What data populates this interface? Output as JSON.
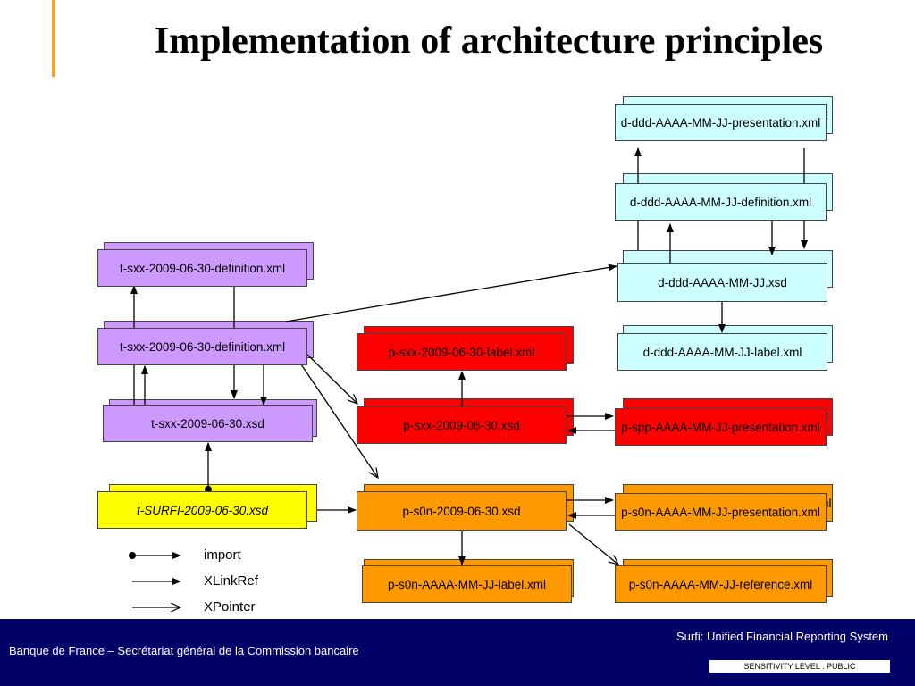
{
  "title": "Implementation of architecture principles",
  "nodes": {
    "t_def_top": "t-sxx-2009-06-30-definition.xml",
    "t_def_mid": "t-sxx-2009-06-30-definition.xml",
    "t_xsd": "t-sxx-2009-06-30.xsd",
    "t_surfi": "t-SURFI-2009-06-30.xsd",
    "d_presentation": "d-ddd-AAAA-MM-JJ-presentation.xml",
    "d_definition": "d-ddd-AAAA-MM-JJ-definition.xml",
    "d_xsd": "d-ddd-AAAA-MM-JJ.xsd",
    "d_label": "d-ddd-AAAA-MM-JJ-label.xml",
    "p_label": "p-sxx-2009-06-30-label.xml",
    "p_xsd": "p-sxx-2009-06-30.xsd",
    "p_spp_presentation": "p-spp-AAAA-MM-JJ-presentation.xml",
    "p_s0n_xsd": "p-s0n-2009-06-30.xsd",
    "p_s0n_presentation": "p-s0n-AAAA-MM-JJ-presentation.xml",
    "p_s0n_label": "p-s0n-AAAA-MM-JJ-label.xml",
    "p_s0n_reference": "p-s0n-AAAA-MM-JJ-reference.xml"
  },
  "shadow_fragments": {
    "d_presentation": "l",
    "p_spp_presentation": "l",
    "p_s0n_presentation": "nl"
  },
  "legend": {
    "import": "import",
    "xlinkref": "XLinkRef",
    "xpointer": "XPointer"
  },
  "footer": {
    "organization": "Banque de France – Secrétariat général de la Commission bancaire",
    "system": "Surfi: Unified Financial Reporting System",
    "sensitivity": "SENSITIVITY LEVEL : PUBLIC"
  },
  "colors": {
    "taxonomy": "#cc99ff",
    "dimension": "#ccffff",
    "presentation_red": "#ff0000",
    "presentation_orange": "#ff9900",
    "surfi": "#ffff00",
    "footer": "#000066",
    "accent": "#f5a623"
  }
}
